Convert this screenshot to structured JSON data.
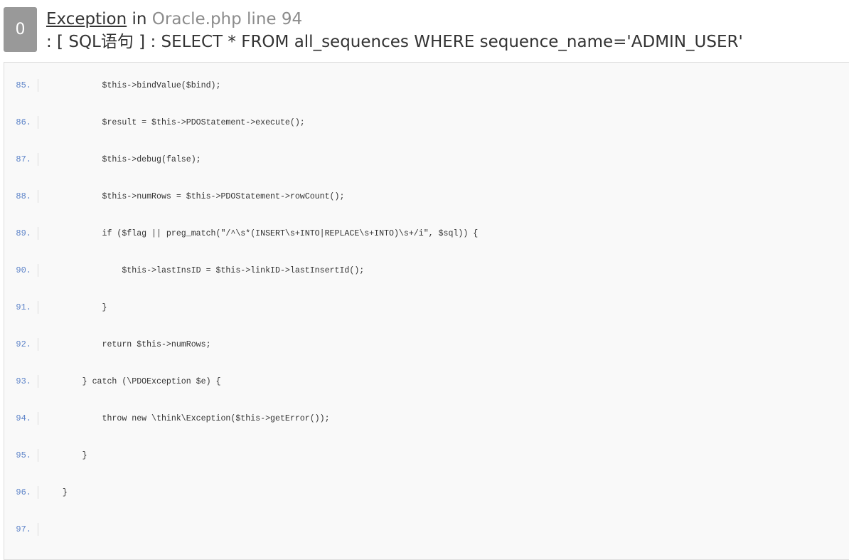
{
  "error": {
    "index": "0",
    "exception": "Exception",
    "in_word": "in",
    "location": "Oracle.php line 94",
    "message": ": [ SQL语句 ] : SELECT * FROM all_sequences WHERE sequence_name='ADMIN_USER'"
  },
  "code_lines": [
    {
      "num": "85.",
      "code": "            $this->bindValue($bind);"
    },
    {
      "num": "86.",
      "code": "            $result = $this->PDOStatement->execute();"
    },
    {
      "num": "87.",
      "code": "            $this->debug(false);"
    },
    {
      "num": "88.",
      "code": "            $this->numRows = $this->PDOStatement->rowCount();"
    },
    {
      "num": "89.",
      "code": "            if ($flag || preg_match(\"/^\\s*(INSERT\\s+INTO|REPLACE\\s+INTO)\\s+/i\", $sql)) {"
    },
    {
      "num": "90.",
      "code": "                $this->lastInsID = $this->linkID->lastInsertId();"
    },
    {
      "num": "91.",
      "code": "            }"
    },
    {
      "num": "92.",
      "code": "            return $this->numRows;"
    },
    {
      "num": "93.",
      "code": "        } catch (\\PDOException $e) {"
    },
    {
      "num": "94.",
      "code": "            throw new \\think\\Exception($this->getError());"
    },
    {
      "num": "95.",
      "code": "        }"
    },
    {
      "num": "96.",
      "code": "    }"
    },
    {
      "num": "97.",
      "code": ""
    }
  ]
}
